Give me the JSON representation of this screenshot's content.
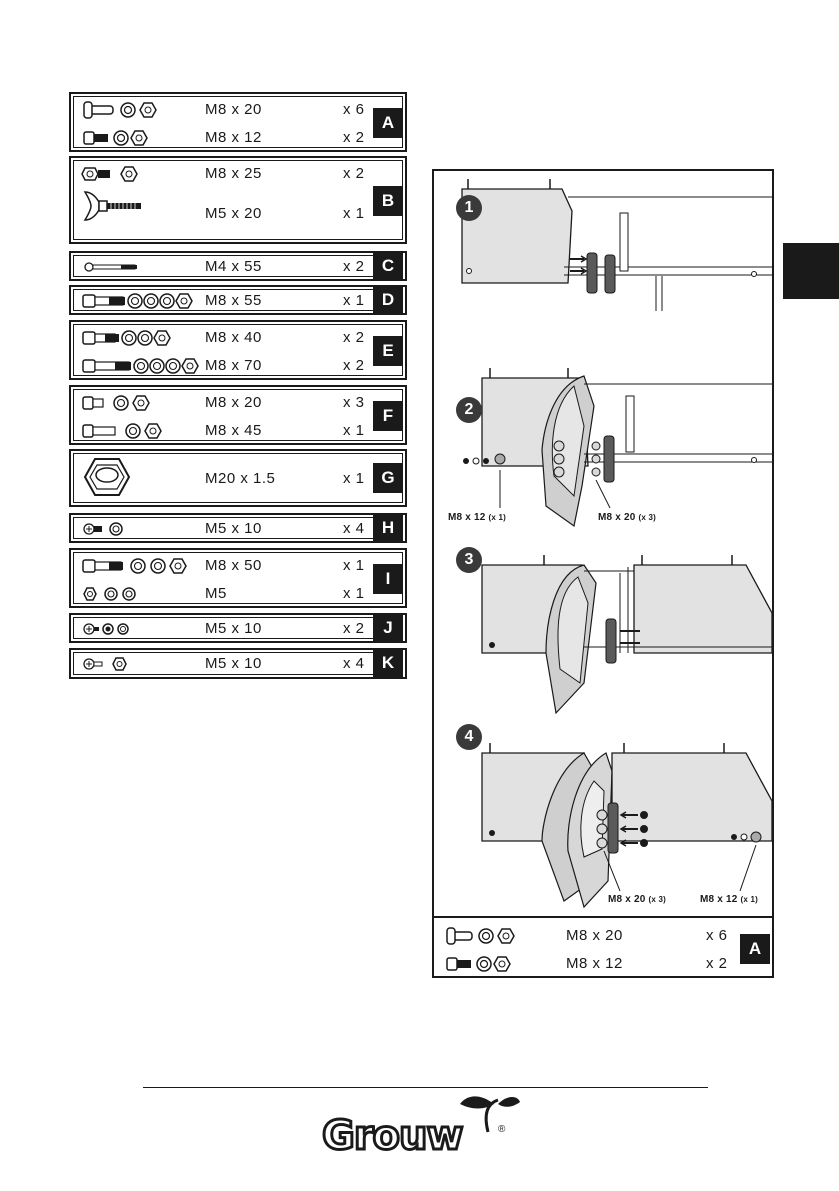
{
  "parts_list": [
    {
      "letter": "A",
      "items": [
        {
          "spec": "M8 x 20",
          "qty": "x 6",
          "icon": "carriage-bolt-washer-nut-icon"
        },
        {
          "spec": "M8 x 12",
          "qty": "x 2",
          "icon": "bolt-washers-nut-icon"
        }
      ]
    },
    {
      "letter": "B",
      "items": [
        {
          "spec": "M8 x 25",
          "qty": "x 2",
          "icon": "bolt-nut-icon"
        },
        {
          "spec": "M5 x 20",
          "qty": "x 1",
          "icon": "wing-screw-icon"
        }
      ]
    },
    {
      "letter": "C",
      "items": [
        {
          "spec": "M4 x 55",
          "qty": "x 2",
          "icon": "long-screw-icon"
        }
      ]
    },
    {
      "letter": "D",
      "items": [
        {
          "spec": "M8 x 55",
          "qty": "x 1",
          "icon": "bolt-washers-nut-icon"
        }
      ]
    },
    {
      "letter": "E",
      "items": [
        {
          "spec": "M8 x 40",
          "qty": "x 2",
          "icon": "bolt-washers-nut-icon"
        },
        {
          "spec": "M8 x 70",
          "qty": "x 2",
          "icon": "long-bolt-washers-nut-icon"
        }
      ]
    },
    {
      "letter": "F",
      "items": [
        {
          "spec": "M8 x 20",
          "qty": "x 3",
          "icon": "bolt-washer-nut-icon"
        },
        {
          "spec": "M8 x 45",
          "qty": "x 1",
          "icon": "bolt-washer-nut-icon"
        }
      ]
    },
    {
      "letter": "G",
      "items": [
        {
          "spec": "M20 x 1.5",
          "qty": "x 1",
          "icon": "hex-nut-icon"
        }
      ]
    },
    {
      "letter": "H",
      "items": [
        {
          "spec": "M5 x 10",
          "qty": "x 4",
          "icon": "screw-washer-icon"
        }
      ]
    },
    {
      "letter": "I",
      "items": [
        {
          "spec": "M8 x 50",
          "qty": "x 1",
          "icon": "bolt-washers-nut-icon"
        },
        {
          "spec": "M5",
          "qty": "x 1",
          "icon": "nut-washers-icon"
        }
      ]
    },
    {
      "letter": "J",
      "items": [
        {
          "spec": "M5 x 10",
          "qty": "x 2",
          "icon": "screw-washers-icon"
        }
      ]
    },
    {
      "letter": "K",
      "items": [
        {
          "spec": "M5 x 10",
          "qty": "x 4",
          "icon": "screw-nut-icon"
        }
      ]
    }
  ],
  "assembly": {
    "steps": [
      "1",
      "2",
      "3",
      "4"
    ],
    "callouts": {
      "step2_left": {
        "main": "M8 x 12",
        "sub": "(x 1)"
      },
      "step2_right": {
        "main": "M8 x 20",
        "sub": "(x 3)"
      },
      "step4_left": {
        "main": "M8 x 20",
        "sub": "(x 3)"
      },
      "step4_right": {
        "main": "M8 x 12",
        "sub": "(x 1)"
      }
    },
    "legend": {
      "letter": "A",
      "items": [
        {
          "spec": "M8 x 20",
          "qty": "x 6"
        },
        {
          "spec": "M8 x 12",
          "qty": "x 2"
        }
      ]
    }
  },
  "brand": {
    "name": "Grouw",
    "registered": "®"
  },
  "colors": {
    "ink": "#1a1a1a",
    "panel_gray": "#e2e2e2",
    "step_badge": "#3a3a3a"
  }
}
